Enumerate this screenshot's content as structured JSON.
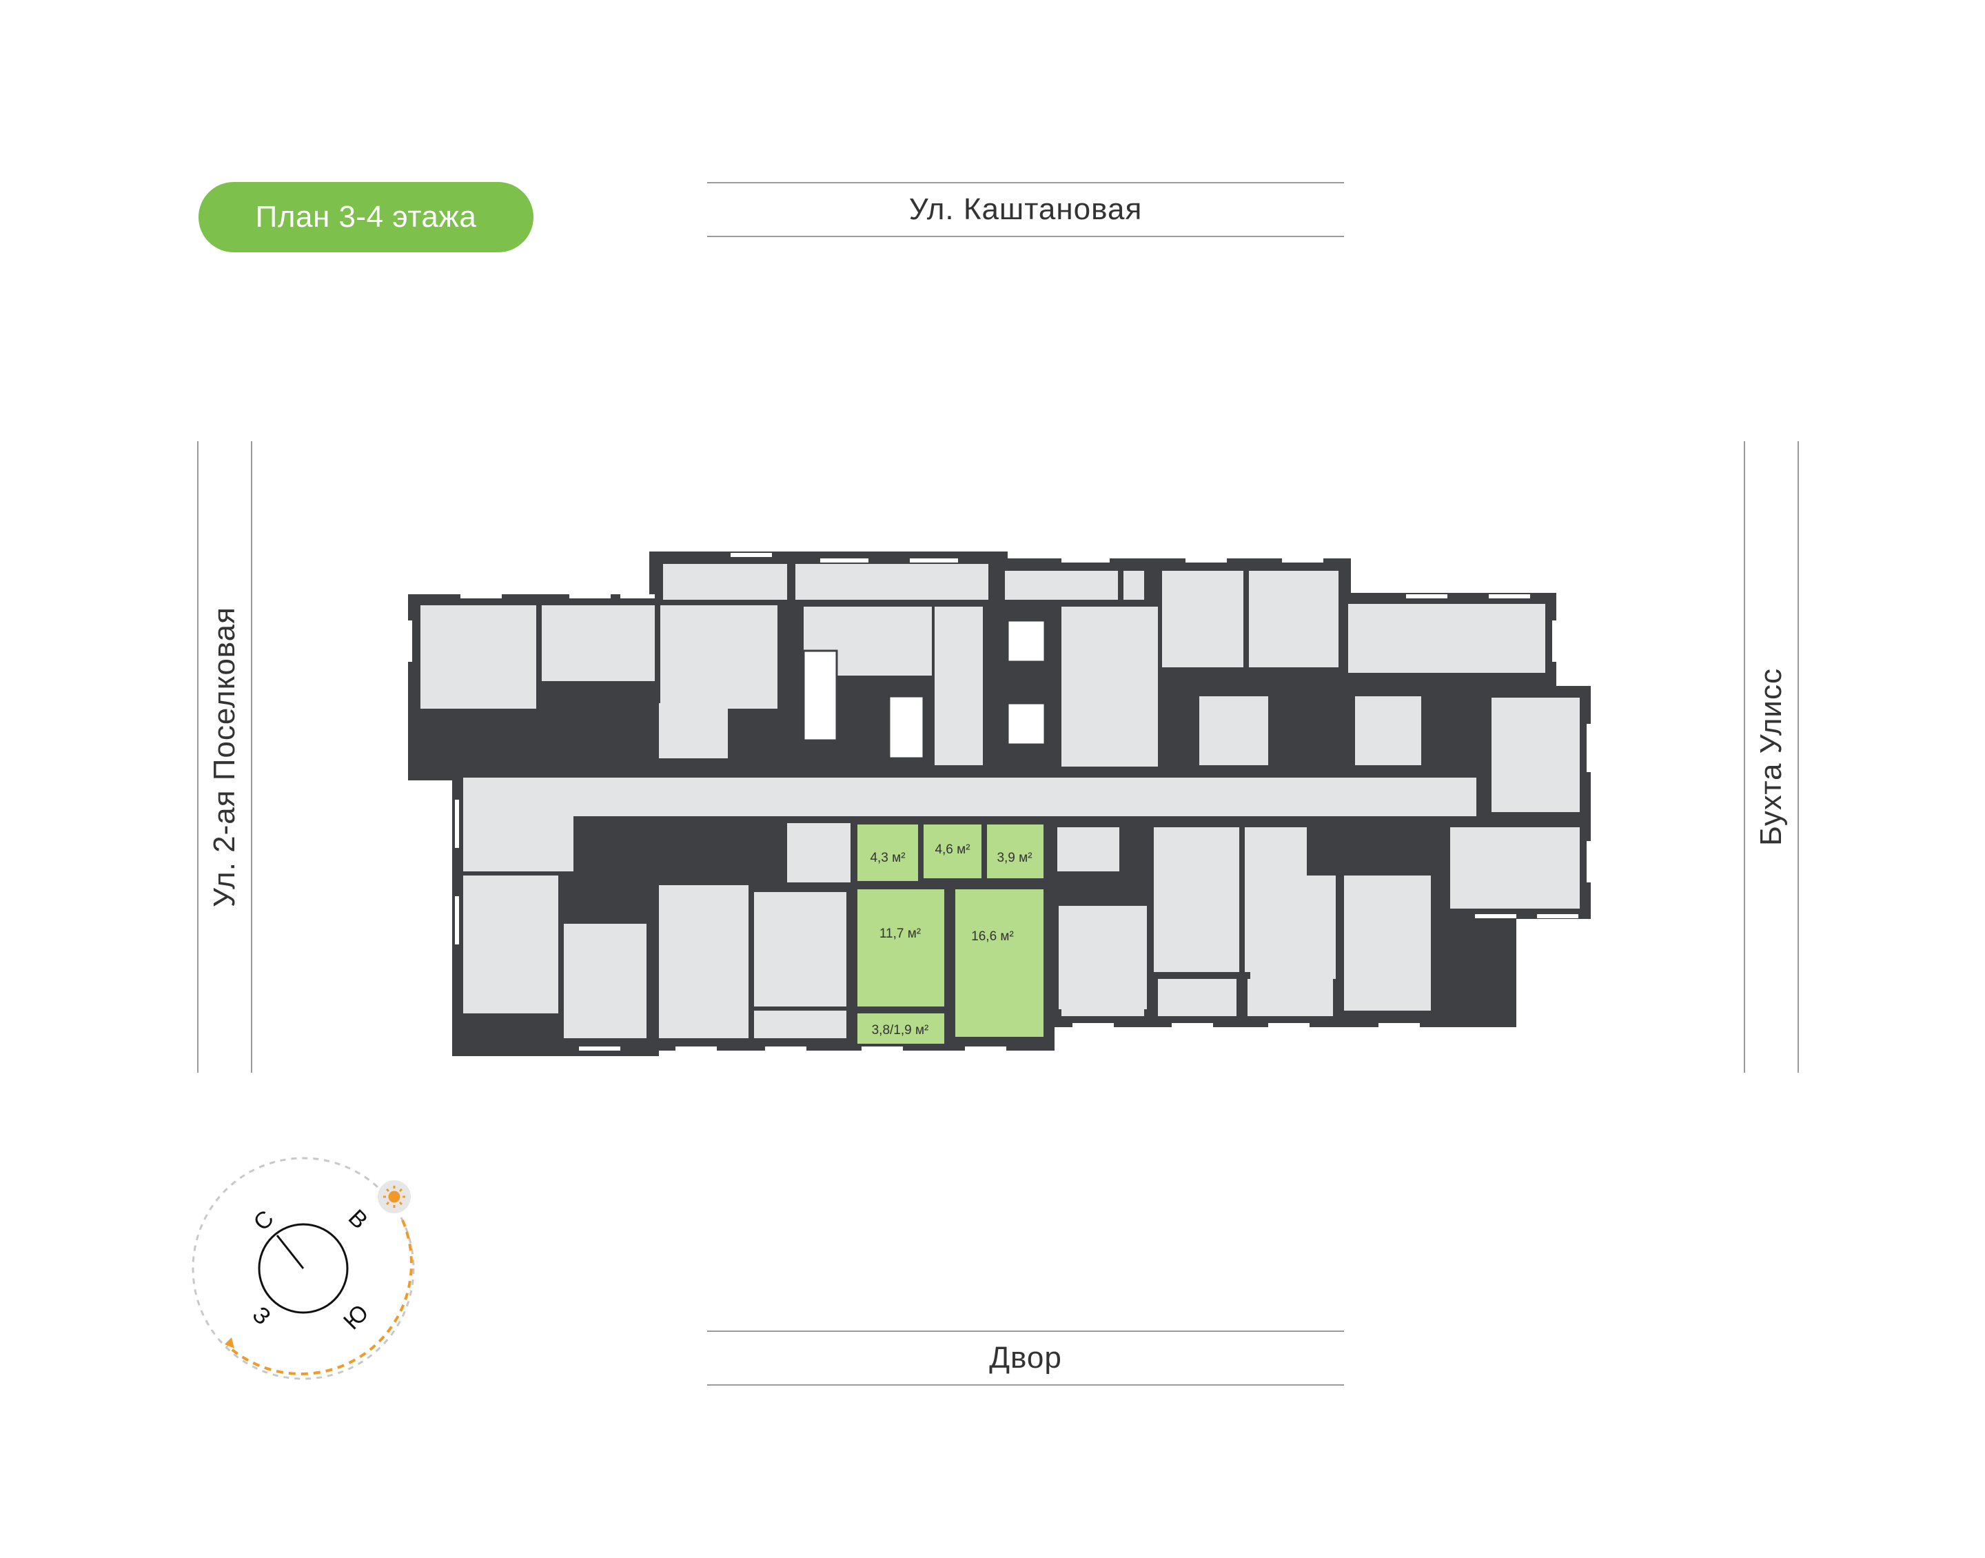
{
  "floor_badge": "План 3-4 этажа",
  "streets": {
    "north": "Ул. Каштановая",
    "south": "Двор",
    "west": "Ул. 2-ая Поселковая",
    "east": "Бухта Улисс"
  },
  "highlighted_rooms": [
    {
      "label": "4,3 м²"
    },
    {
      "label": "4,6 м²"
    },
    {
      "label": "3,9 м²"
    },
    {
      "label": "11,7 м²"
    },
    {
      "label": "16,6 м²"
    },
    {
      "label": "3,8/1,9 м²"
    }
  ],
  "compass": {
    "north": "С",
    "east": "В",
    "south": "Ю",
    "west": "З"
  },
  "colors": {
    "accent": "#7dc04b",
    "highlight_room": "#b5dc8b",
    "room": "#e3e4e6",
    "wall": "#3f4043",
    "sun_path": "#f09a2a"
  }
}
